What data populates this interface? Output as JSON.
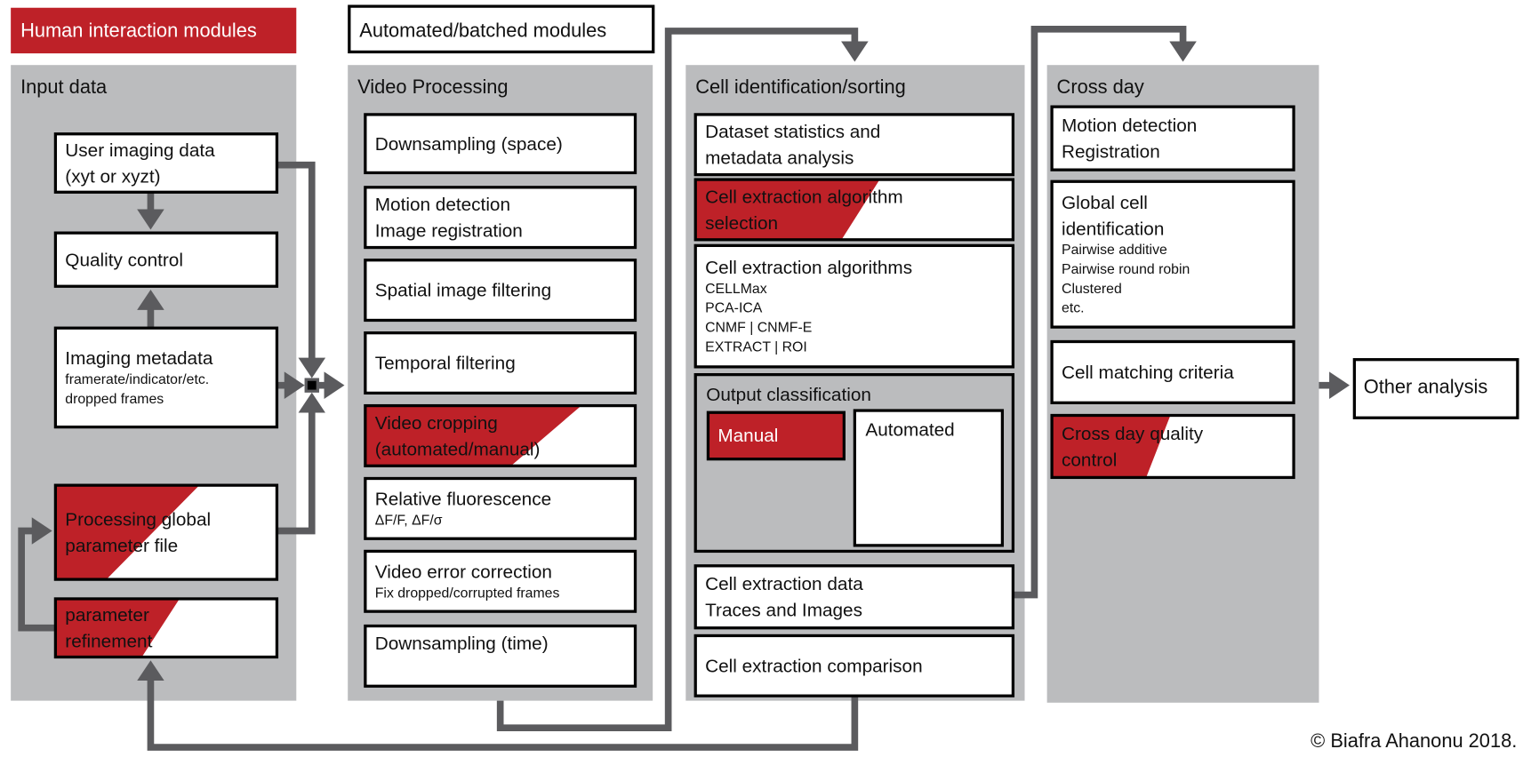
{
  "legend": {
    "human": "Human interaction modules",
    "automated": "Automated/batched modules"
  },
  "colors": {
    "human_red": "#be2128",
    "panel_gray": "#bbbcbe",
    "arrow_gray": "#5b5b5e",
    "border": "#000000"
  },
  "columns": [
    {
      "title": "Input data",
      "modules": [
        {
          "lines": [
            "User imaging data",
            "(xyt or xyzt)"
          ],
          "sub": [],
          "type": "automated"
        },
        {
          "lines": [
            "Quality control"
          ],
          "sub": [],
          "type": "automated"
        },
        {
          "lines": [
            "Imaging metadata"
          ],
          "sub": [
            "framerate/indicator/etc.",
            "dropped frames"
          ],
          "type": "automated"
        },
        {
          "lines": [
            "Processing global",
            "parameter file"
          ],
          "sub": [],
          "type": "mixed"
        },
        {
          "lines": [
            "parameter",
            "refinement"
          ],
          "sub": [],
          "type": "mixed"
        }
      ]
    },
    {
      "title": "Video Processing",
      "modules": [
        {
          "lines": [
            "Downsampling  (space)"
          ],
          "sub": [],
          "type": "automated"
        },
        {
          "lines": [
            "Motion detection",
            "Image  registration"
          ],
          "sub": [],
          "type": "automated"
        },
        {
          "lines": [
            "Spatial image  filtering"
          ],
          "sub": [],
          "type": "automated"
        },
        {
          "lines": [
            "Temporal filtering"
          ],
          "sub": [],
          "type": "automated"
        },
        {
          "lines": [
            "Video cropping",
            "(automated/manual)"
          ],
          "sub": [],
          "type": "mixed"
        },
        {
          "lines": [
            "Relative fluorescence"
          ],
          "sub": [
            "ΔF/F, ΔF/σ"
          ],
          "type": "automated"
        },
        {
          "lines": [
            "Video error correction"
          ],
          "sub": [
            "Fix dropped/corrupted frames"
          ],
          "type": "automated"
        },
        {
          "lines": [
            "Downsampling  (time)"
          ],
          "sub": [],
          "type": "automated"
        }
      ]
    },
    {
      "title": "Cell identification/sorting",
      "modules": [
        {
          "lines": [
            "Dataset statistics and",
            "metadata analysis"
          ],
          "sub": [],
          "type": "automated"
        },
        {
          "lines": [
            "Cell extraction algorithm",
            "selection"
          ],
          "sub": [],
          "type": "mixed"
        },
        {
          "lines": [
            "Cell extraction algorithms"
          ],
          "sub": [
            "CELLMax",
            "PCA-ICA",
            "CNMF | CNMF-E",
            "EXTRACT | ROI"
          ],
          "type": "automated"
        },
        {
          "lines": [
            "Cell extraction data",
            "Traces and Images"
          ],
          "sub": [],
          "type": "automated"
        },
        {
          "lines": [
            "Cell extraction comparison"
          ],
          "sub": [],
          "type": "automated"
        }
      ],
      "output_classification": {
        "title": "Output classification",
        "manual": "Manual",
        "automated": "Automated"
      }
    },
    {
      "title": "Cross day",
      "modules": [
        {
          "lines": [
            "Motion detection",
            "Registration"
          ],
          "sub": [],
          "type": "automated"
        },
        {
          "lines": [
            "Global cell",
            "identification"
          ],
          "sub": [
            "Pairwise additive",
            "Pairwise round robin",
            "Clustered",
            "etc."
          ],
          "type": "automated"
        },
        {
          "lines": [
            "Cell matching criteria"
          ],
          "sub": [],
          "type": "automated"
        },
        {
          "lines": [
            "Cross day quality",
            "control"
          ],
          "sub": [],
          "type": "mixed"
        }
      ]
    }
  ],
  "other_analysis": "Other analysis",
  "copyright": "© Biafra Ahanonu 2018."
}
